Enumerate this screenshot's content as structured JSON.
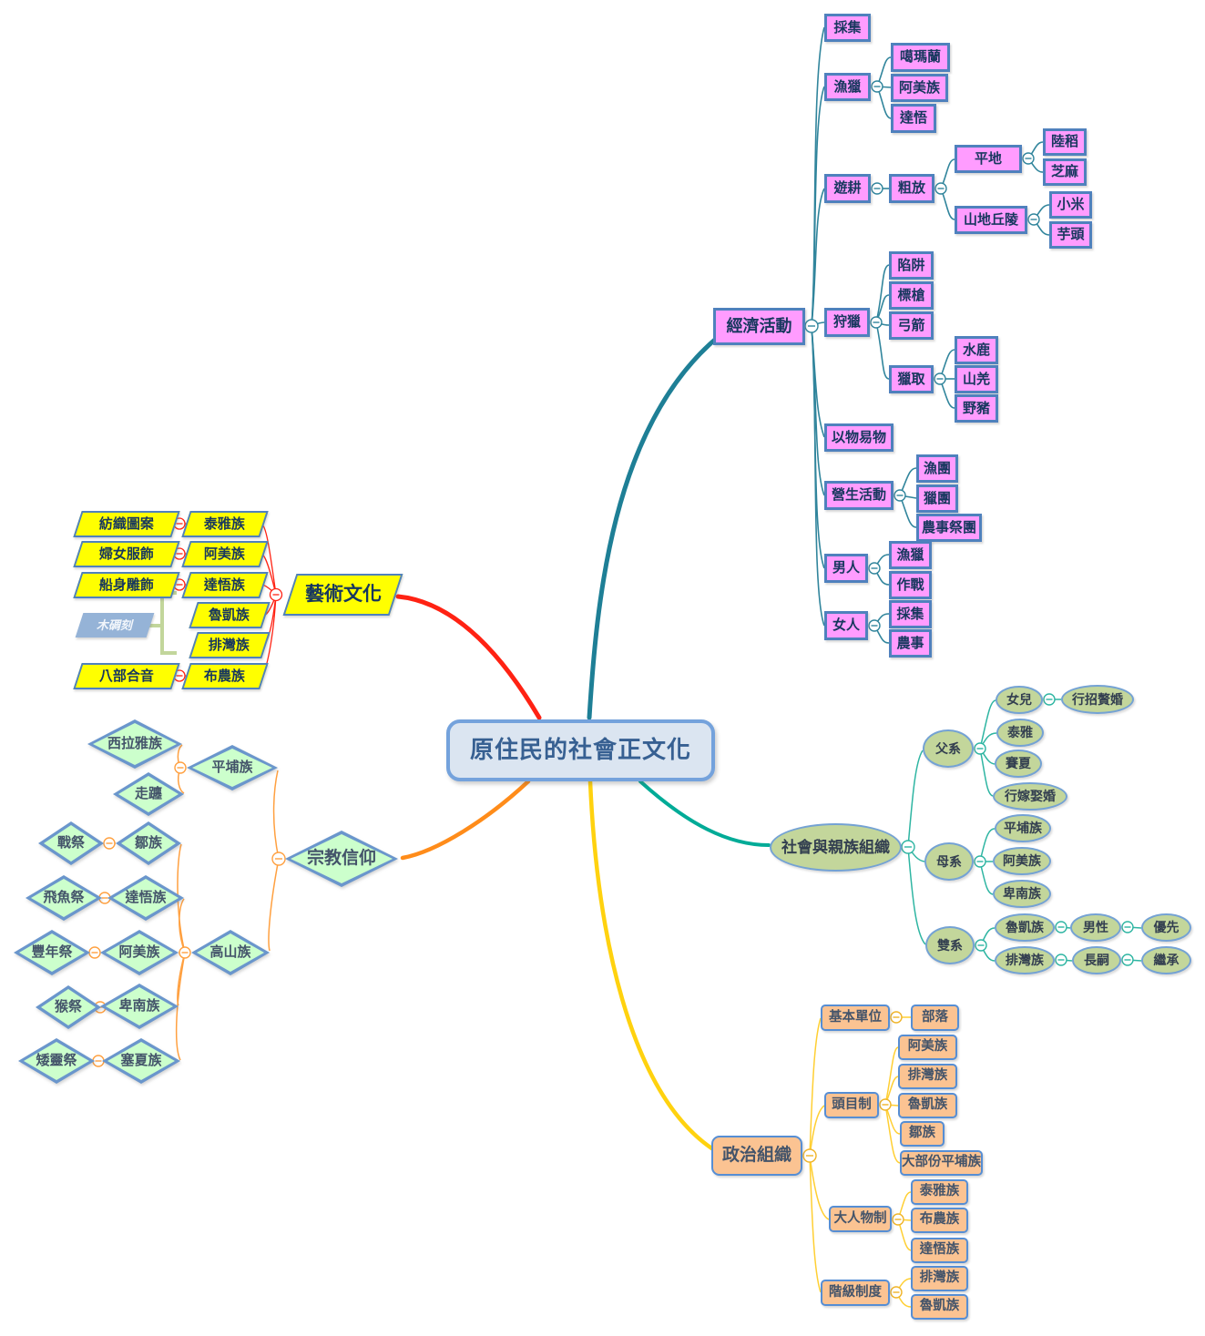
{
  "center": {
    "title": "原住民的社會正文化"
  },
  "economy": {
    "label": "經濟活動",
    "gathering": "採集",
    "fishing_hunting": {
      "label": "漁獵",
      "kavalan": "噶瑪蘭",
      "amis": "阿美族",
      "tao": "達悟"
    },
    "shifting_cultivation": {
      "label": "遊耕",
      "extensive": {
        "label": "粗放",
        "plains": {
          "label": "平地",
          "dry_rice": "陸稻",
          "sesame": "芝麻"
        },
        "hills": {
          "label": "山地丘陵",
          "millet": "小米",
          "taro": "芋頭"
        }
      }
    },
    "hunting": {
      "label": "狩獵",
      "trap": "陷阱",
      "javelin": "標槍",
      "bow_arrow": "弓箭",
      "prey": {
        "label": "獵取",
        "sambar": "水鹿",
        "muntjac": "山羌",
        "wild_boar": "野豬"
      }
    },
    "barter": "以物易物",
    "livelihood": {
      "label": "營生活動",
      "fishing_group": "漁團",
      "hunting_group": "獵團",
      "farm_ritual_group": "農事祭團"
    },
    "men": {
      "label": "男人",
      "fishing": "漁獵",
      "combat": "作戰"
    },
    "women": {
      "label": "女人",
      "gathering": "採集",
      "farming": "農事"
    }
  },
  "art": {
    "label": "藝術文化",
    "weaving_pattern": "紡織圖案",
    "atayal": "泰雅族",
    "women_clothing": "婦女服飾",
    "amis": "阿美族",
    "boat_carving": "船身雕飾",
    "tao": "達悟族",
    "rukai": "魯凱族",
    "wood_carving": "木碉刻",
    "paiwan": "排灣族",
    "eight_part_polyphony": "八部合音",
    "bunun": "布農族"
  },
  "religion": {
    "label": "宗教信仰",
    "pingpu": {
      "label": "平埔族",
      "siraya": "西拉雅族",
      "zou_chan": "走躔"
    },
    "gaoshan": {
      "label": "高山族",
      "war_festival": "戰祭",
      "tsou": "鄒族",
      "flying_fish_festival": "飛魚祭",
      "tao": "達悟族",
      "harvest_festival": "豐年祭",
      "amis": "阿美族",
      "monkey_festival": "猴祭",
      "puyuma": "卑南族",
      "dwarf_spirit_festival": "矮靈祭",
      "saisiyat": "塞夏族"
    }
  },
  "society": {
    "label": "社會與親族組織",
    "patrilineal": {
      "label": "父系",
      "daughter": "女兒",
      "uxorilocal_marriage": "行招贅婚",
      "atayal": "泰雅",
      "saisiyat": "賽夏",
      "virilocal_marriage": "行嫁娶婚"
    },
    "matrilineal": {
      "label": "母系",
      "pingpu": "平埔族",
      "amis": "阿美族",
      "puyuma": "卑南族"
    },
    "bilateral": {
      "label": "雙系",
      "rukai": "魯凱族",
      "male": "男性",
      "priority": "優先",
      "paiwan": "排灣族",
      "eldest_heir": "長嗣",
      "inheritance": "繼承"
    }
  },
  "politics": {
    "label": "政治組織",
    "basic_unit": {
      "label": "基本單位",
      "tribe": "部落"
    },
    "chief_system": {
      "label": "頭目制",
      "amis": "阿美族",
      "paiwan": "排灣族",
      "rukai": "魯凱族",
      "tsou": "鄒族",
      "most_pingpu": "大部份平埔族"
    },
    "big_man_system": {
      "label": "大人物制",
      "atayal": "泰雅族",
      "bunun": "布農族",
      "tao": "達悟族"
    },
    "class_system": {
      "label": "階級制度",
      "paiwan": "排灣族",
      "rukai": "魯凱族"
    }
  },
  "colors": {
    "economy_link": "#31859c",
    "economy_fill": "#ff9cff",
    "art_link": "#ff2213",
    "art_fill": "#ffff00",
    "religion_link": "#ffa040",
    "religion_fill": "#ccffcc",
    "society_link": "#2eb5a2",
    "society_fill": "#c3d69b",
    "politics_link": "#ffcf33",
    "politics_fill": "#fbc392",
    "node_border": "#4f81bd",
    "center_fill": "#dbe5f1",
    "wood_bracket": "#c2d69b"
  }
}
